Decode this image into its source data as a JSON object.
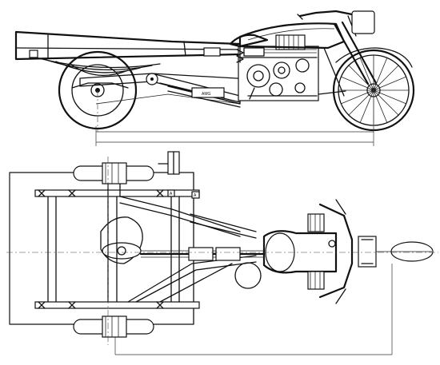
{
  "drawing": {
    "views": [
      "side-elevation",
      "plan-view"
    ],
    "labels": {
      "frame_tag": "A",
      "ref_tag": "A"
    }
  }
}
